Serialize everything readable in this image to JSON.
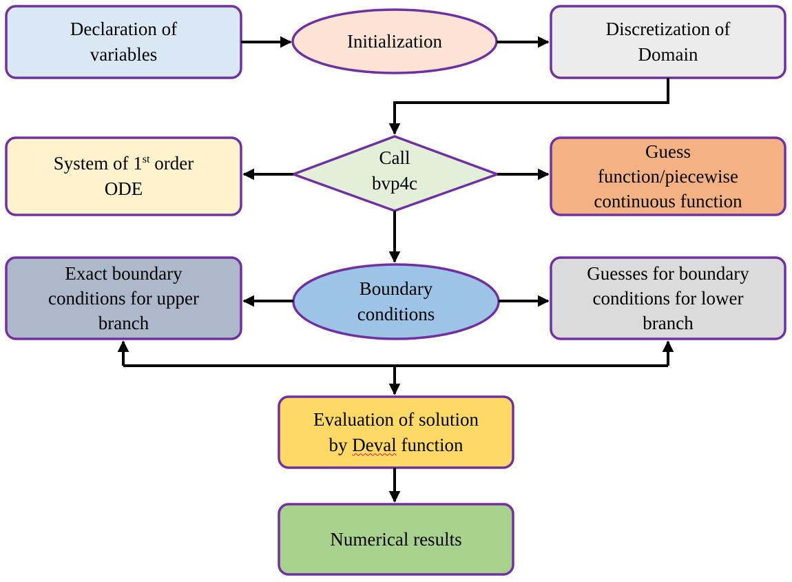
{
  "nodes": {
    "declaration": {
      "line1": "Declaration of",
      "line2": "variables",
      "fill": "#dae8f6"
    },
    "initialization": {
      "label": "Initialization",
      "fill": "#fbe3d6"
    },
    "discretization": {
      "line1": "Discretization of",
      "line2": "Domain",
      "fill": "#ececec"
    },
    "system_ode": {
      "prefix": "System of 1",
      "sup": "st",
      "suffix": " order",
      "line2": "ODE",
      "fill": "#fff2cd"
    },
    "call_bvp4c": {
      "line1": "Call",
      "line2": "bvp4c",
      "fill": "#e2f0da"
    },
    "guess_function": {
      "line1": "Guess",
      "line2": "function/piecewise",
      "line3": "continuous function",
      "fill": "#f4b183"
    },
    "exact_bc": {
      "line1": "Exact boundary",
      "line2": "conditions for upper",
      "line3": "branch",
      "fill": "#adb9ca"
    },
    "boundary_conditions": {
      "line1": "Boundary",
      "line2": "conditions",
      "fill": "#9dc3e6"
    },
    "guesses_bc": {
      "line1": "Guesses for boundary",
      "line2": "conditions for lower",
      "line3": "branch",
      "fill": "#dbdbdb"
    },
    "evaluation": {
      "line1": "Evaluation of solution",
      "line2_prefix": "by ",
      "line2_squiggle": "Deval",
      "line2_suffix": " function",
      "fill": "#ffd966"
    },
    "numerical_results": {
      "label": "Numerical results",
      "fill": "#a9d18e"
    }
  },
  "colors": {
    "border": "#7030a0",
    "edge": "#000000"
  }
}
